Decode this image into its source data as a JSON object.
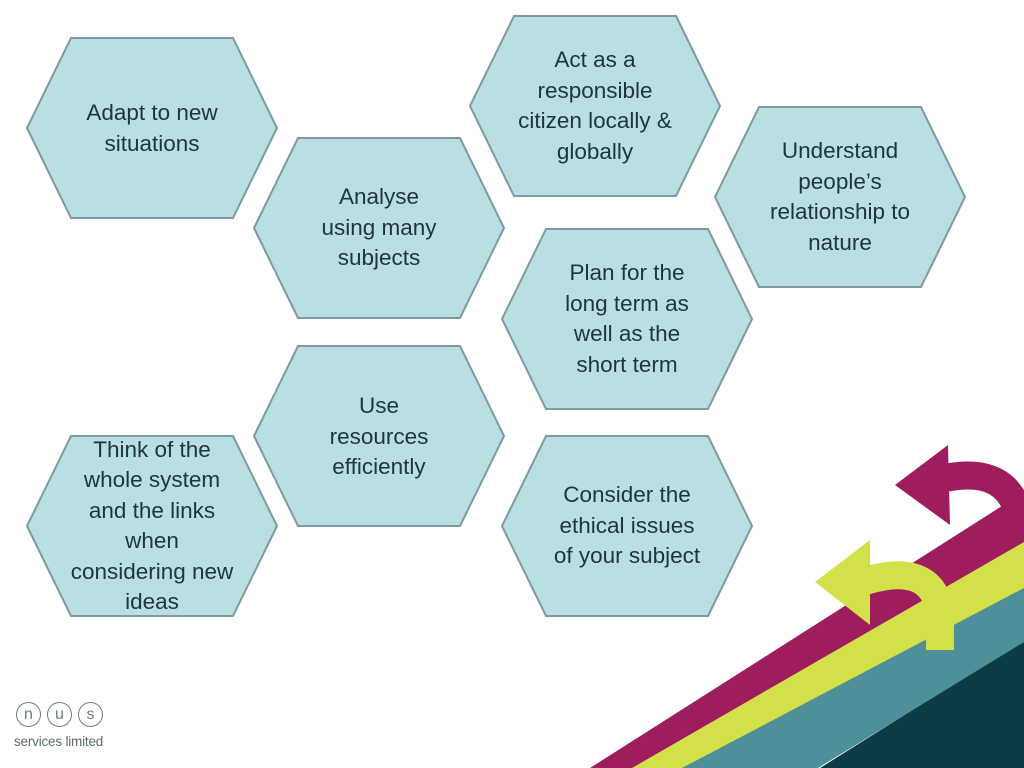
{
  "hexagons": [
    {
      "id": "adapt",
      "text": "Adapt to new situations"
    },
    {
      "id": "analyse",
      "text": "Analyse using many subjects"
    },
    {
      "id": "citizen",
      "text": "Act as a responsible citizen locally & globally"
    },
    {
      "id": "nature",
      "text": "Understand people’s relationship to nature"
    },
    {
      "id": "plan",
      "text": "Plan for the long term as well as the short term"
    },
    {
      "id": "resources",
      "text": "Use resources efficiently"
    },
    {
      "id": "system",
      "text": "Think of the whole system and the links when considering new ideas"
    },
    {
      "id": "ethics",
      "text": "Consider the ethical issues of your subject"
    }
  ],
  "logo": {
    "letters": [
      "n",
      "u",
      "s"
    ],
    "tagline": "services limited"
  },
  "colors": {
    "hex_fill": "#b9dfe2",
    "hex_stroke": "#7d99a4",
    "magenta": "#9e1d5c",
    "lime": "#d3e04a",
    "teal": "#4f8f99",
    "dark": "#0c3d45"
  }
}
